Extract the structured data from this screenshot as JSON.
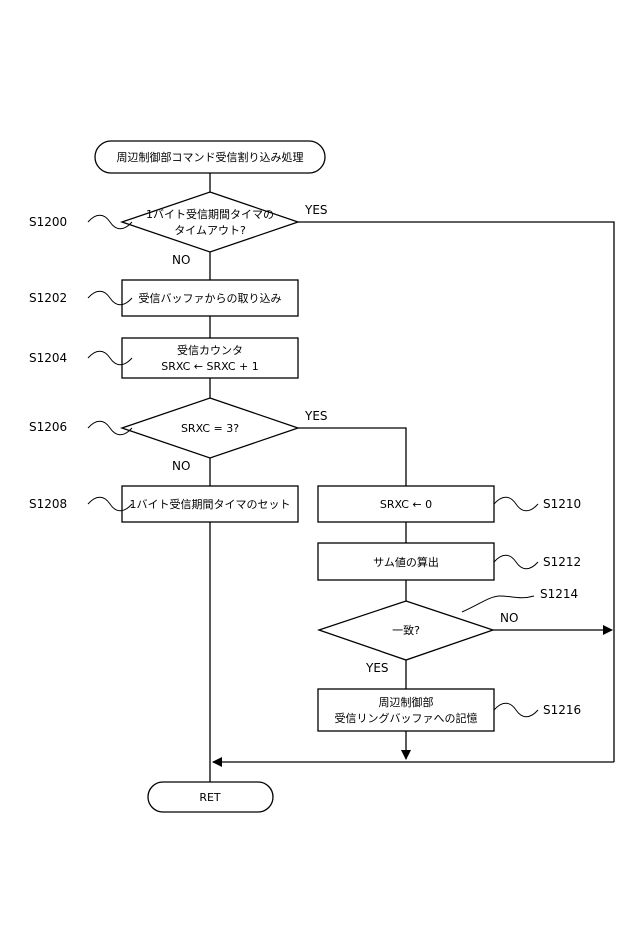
{
  "title": "周辺制御部コマンド受信割り込み処理",
  "steps": {
    "s1200": {
      "id": "S1200",
      "line1": "1バイト受信期間タイマの",
      "line2": "タイムアウト?"
    },
    "s1202": {
      "id": "S1202",
      "text": "受信バッファからの取り込み"
    },
    "s1204": {
      "id": "S1204",
      "line1": "受信カウンタ",
      "line2": "SRXC ← SRXC + 1"
    },
    "s1206": {
      "id": "S1206",
      "text": "SRXC = 3?"
    },
    "s1208": {
      "id": "S1208",
      "text": "1バイト受信期間タイマのセット"
    },
    "s1210": {
      "id": "S1210",
      "text": "SRXC ← 0"
    },
    "s1212": {
      "id": "S1212",
      "text": "サム値の算出"
    },
    "s1214": {
      "id": "S1214",
      "text": "一致?"
    },
    "s1216": {
      "id": "S1216",
      "line1": "周辺制御部",
      "line2": "受信リングバッファへの記憶"
    }
  },
  "branches": {
    "yes": "YES",
    "no": "NO"
  },
  "end": "RET"
}
